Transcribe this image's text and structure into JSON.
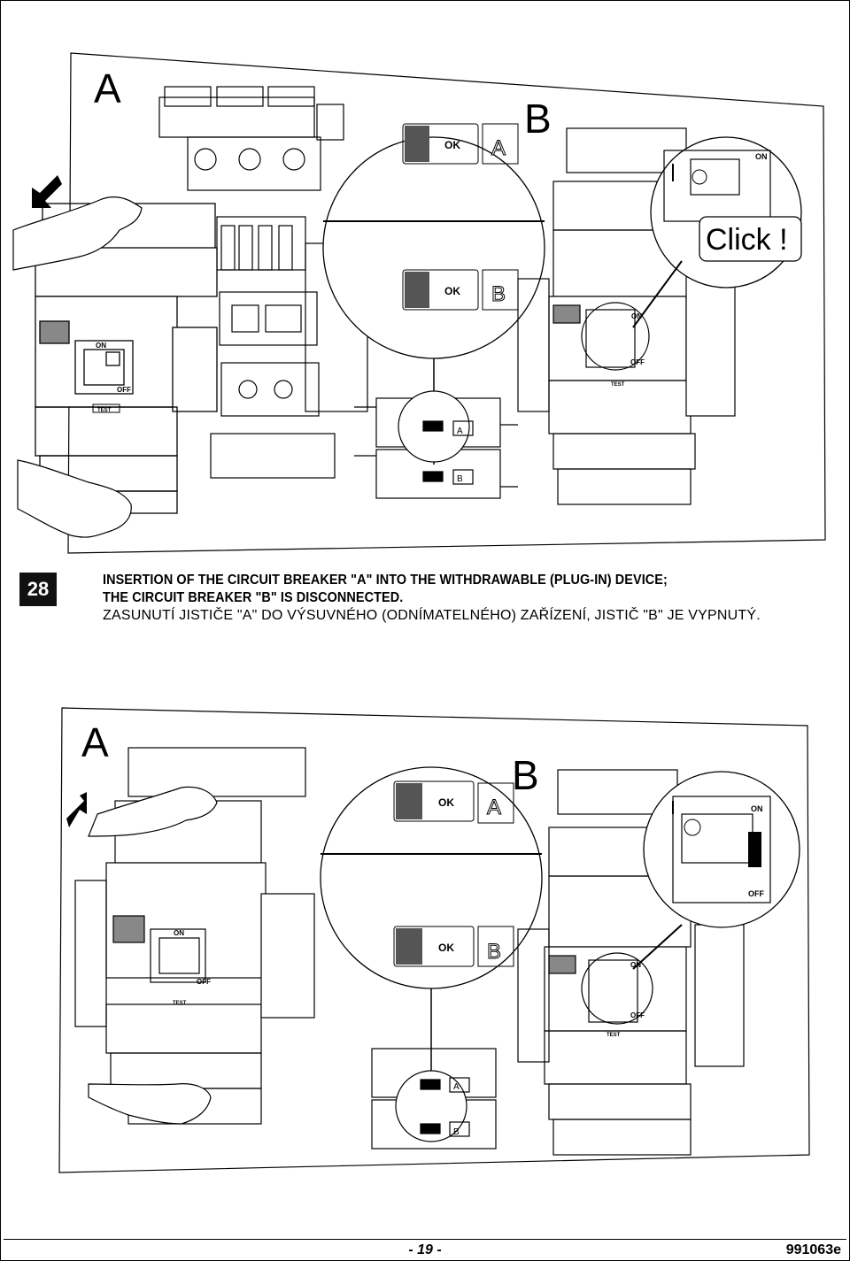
{
  "step": {
    "number": "28"
  },
  "caption": {
    "en_line1": "INSERTION OF THE CIRCUIT BREAKER \"A\" INTO THE WITHDRAWABLE (PLUG-IN) DEVICE;",
    "en_line2": "THE CIRCUIT BREAKER \"B\" IS DISCONNECTED.",
    "cz_line": "ZASUNUTÍ JISTIČE \"A\" DO VÝSUVNÉHO (ODNÍMATELNÉHO) ZAŘÍZENÍ, JISTIČ \"B\" JE VYPNUTÝ."
  },
  "figure_top": {
    "label_a": "A",
    "label_b": "B",
    "callout": "Click !",
    "ok_label": "OK",
    "zoom_a": "A",
    "zoom_b": "B",
    "on": "ON",
    "off": "OFF",
    "test": "TEST"
  },
  "figure_bottom": {
    "label_a": "A",
    "label_b": "B",
    "ok_label": "OK",
    "zoom_a": "A",
    "zoom_b": "B",
    "on": "ON",
    "off": "OFF",
    "test": "TEST"
  },
  "footer": {
    "page": "- 19 -",
    "code": "991063e"
  }
}
